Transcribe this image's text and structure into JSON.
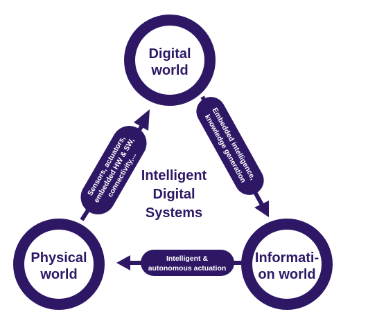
{
  "colors": {
    "primary": "#2e1866",
    "fill": "#ffffff"
  },
  "nodes": {
    "digital": {
      "line1": "Digital",
      "line2": "world"
    },
    "physical": {
      "line1": "Physical",
      "line2": "world"
    },
    "information": {
      "line1": "Informati-",
      "line2": "on world"
    }
  },
  "center": {
    "line1": "Intelligent",
    "line2": "Digital",
    "line3": "Systems"
  },
  "connectors": {
    "physical_to_digital": {
      "line1": "Sensors, actuators,",
      "line2": "embedded HW & SW,",
      "line3": "connectivity,..."
    },
    "digital_to_information": {
      "line1": "Embedded intelligence,",
      "line2": "knowledge generation"
    },
    "information_to_physical": {
      "line1": "Intelligent &",
      "line2": "autonomous actuation"
    }
  }
}
